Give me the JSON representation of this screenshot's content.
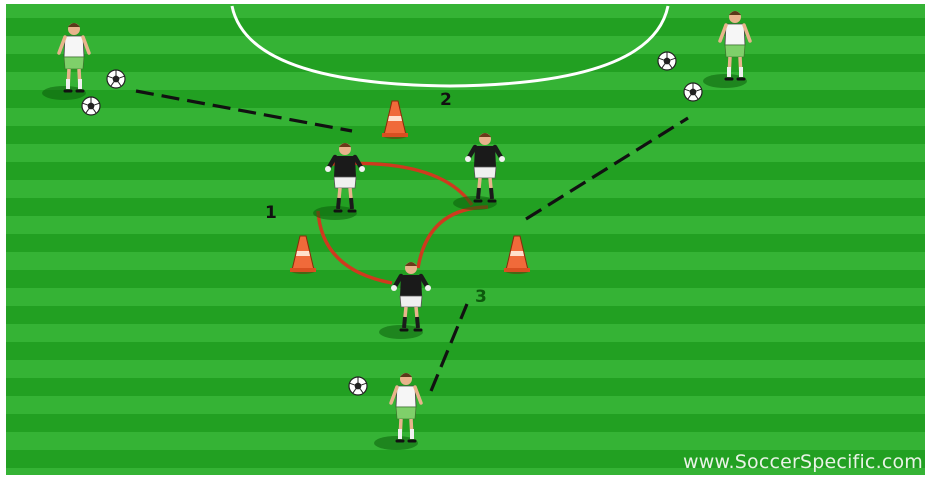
{
  "diagram": {
    "labels": {
      "one": "1",
      "two": "2",
      "three": "3"
    },
    "watermark": "www.SoccerSpecific.com",
    "colors": {
      "pitch_dark": "#1f9a1f",
      "pitch_light": "#33b233",
      "lines": "#ffffff",
      "pass_dash": "#111111",
      "goalkeeper_run": "#d0381c",
      "cone": "#f06a3a"
    },
    "elements": {
      "attackers": 3,
      "goalkeepers": 3,
      "cones": 3,
      "balls": 5
    }
  }
}
